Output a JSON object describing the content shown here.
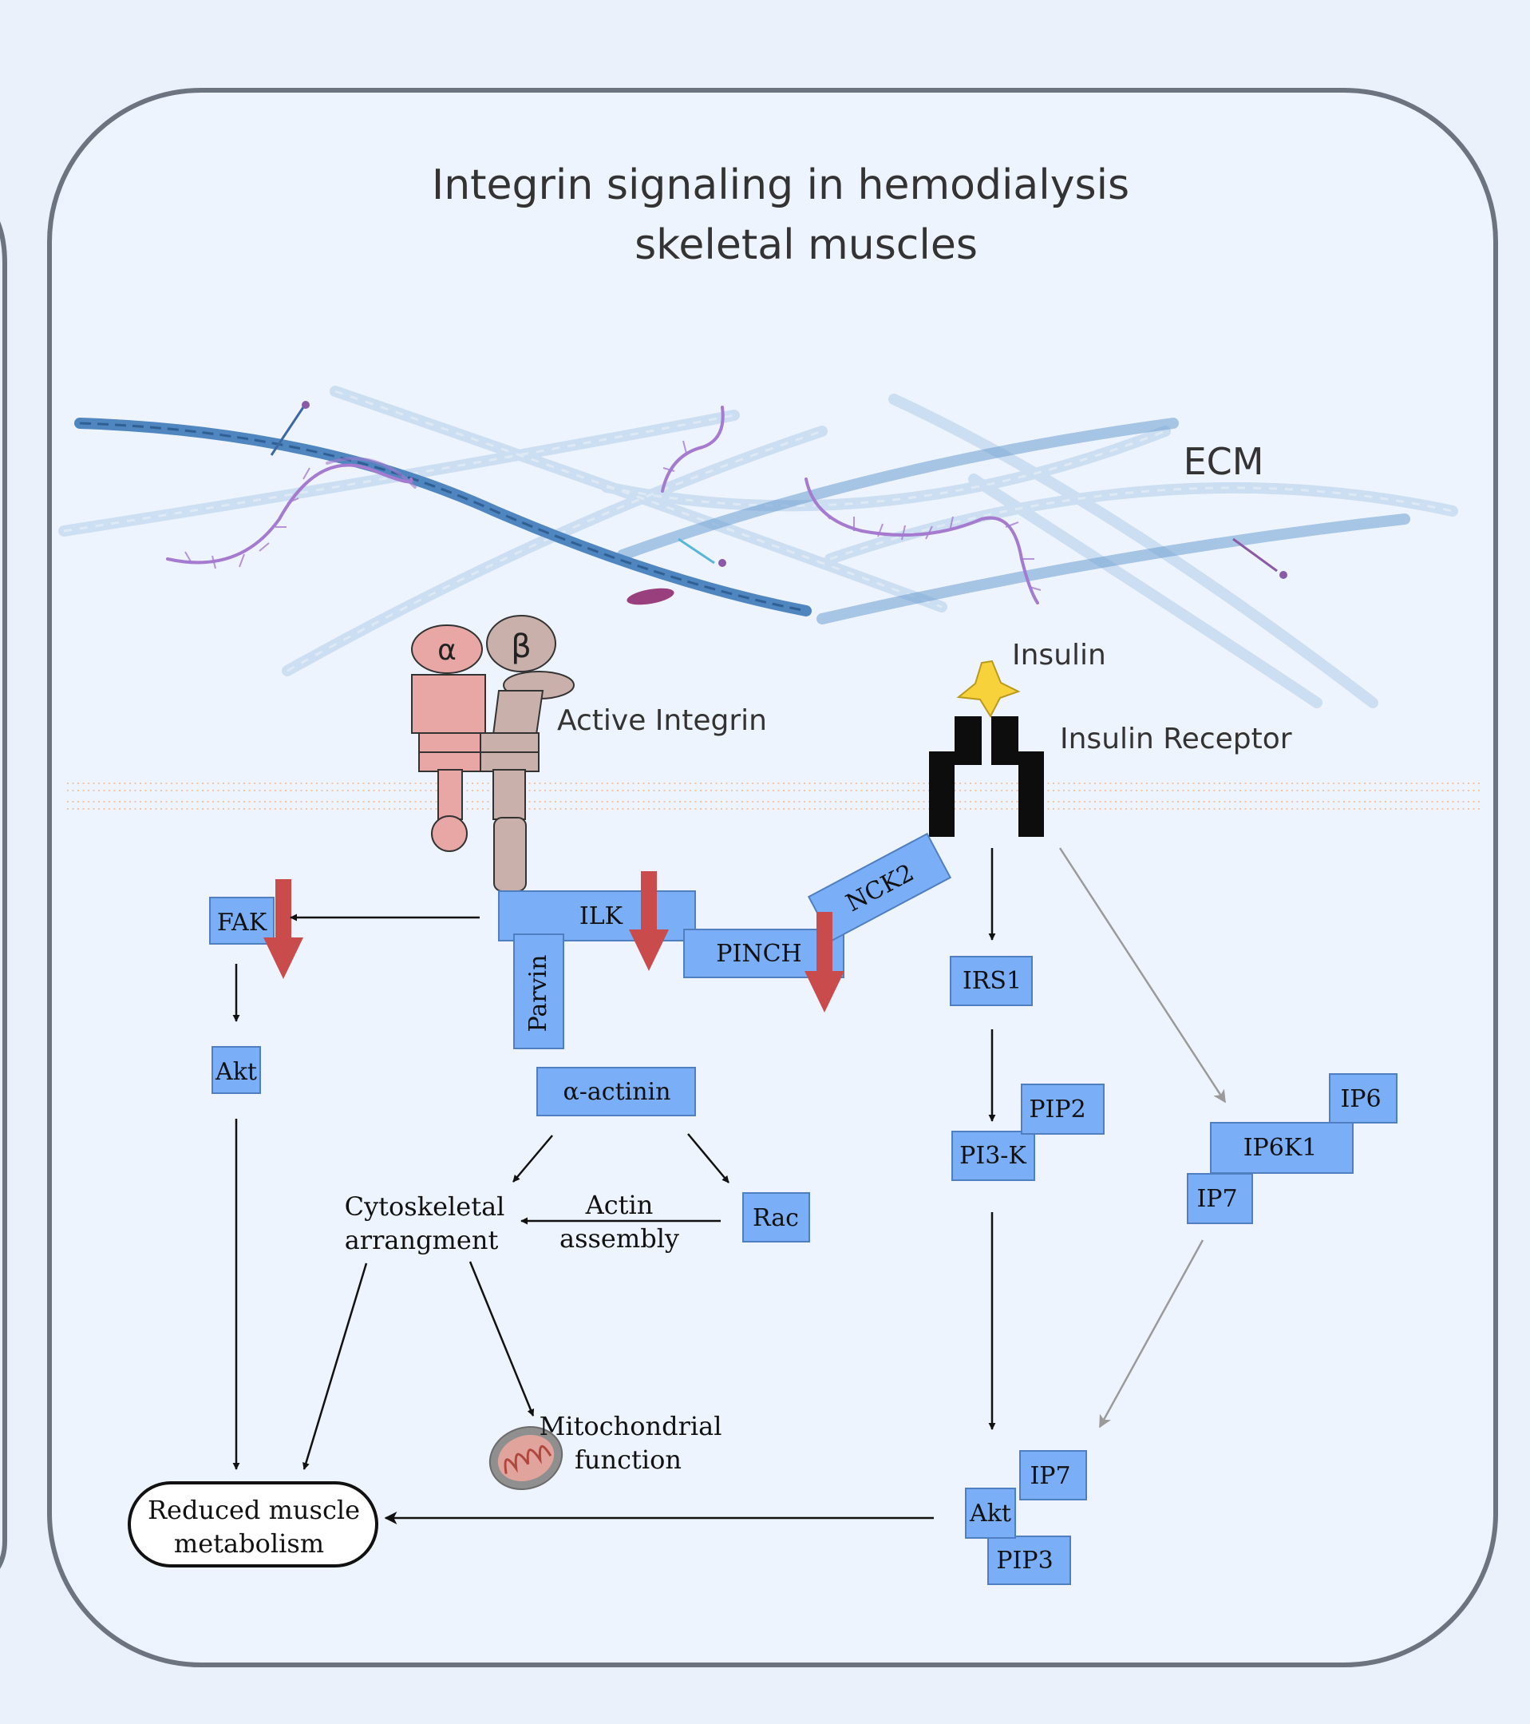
{
  "title": {
    "line1": "Integrin signaling in hemodialysis",
    "line2": "skeletal muscles"
  },
  "labels": {
    "ecm": "ECM",
    "active_integrin": "Active Integrin",
    "alpha": "α",
    "beta": "β",
    "insulin": "Insulin",
    "insulin_receptor": "Insulin Receptor",
    "actin_line1": "Actin",
    "actin_line2": "assembly",
    "cyto_line1": "Cytoskeletal",
    "cyto_line2": "arrangment",
    "mito_line1": "Mitochondrial",
    "mito_line2": "function",
    "reduced_line1": "Reduced muscle",
    "reduced_line2": "metabolism"
  },
  "proteins": {
    "fak": "FAK",
    "akt_left": "Akt",
    "ilk": "ILK",
    "parvin": "Parvin",
    "pinch": "PINCH",
    "nck2": "NCK2",
    "alpha_actinin": "α-actinin",
    "rac": "Rac",
    "irs1": "IRS1",
    "pip2": "PIP2",
    "pi3k": "PI3-K",
    "ip6": "IP6",
    "ip6k1": "IP6K1",
    "ip7_right": "IP7",
    "ip7_bottom": "IP7",
    "akt_bottom": "Akt",
    "pip3": "PIP3"
  },
  "colors": {
    "protein_box": "#7aaef7",
    "downregulated_arrow": "#c94b4b",
    "alpha_subunit": "#e8a7a5",
    "beta_subunit": "#c9b0ab",
    "membrane": "#f0c6a6",
    "insulin": "#f7d23a",
    "collagen": "#6d9ed1",
    "proteoglycan": "#a57bd0"
  },
  "icons": {
    "mitochondrion": "mitochondrion-icon",
    "insulin": "insulin-star-icon",
    "receptor": "insulin-receptor-icon"
  }
}
